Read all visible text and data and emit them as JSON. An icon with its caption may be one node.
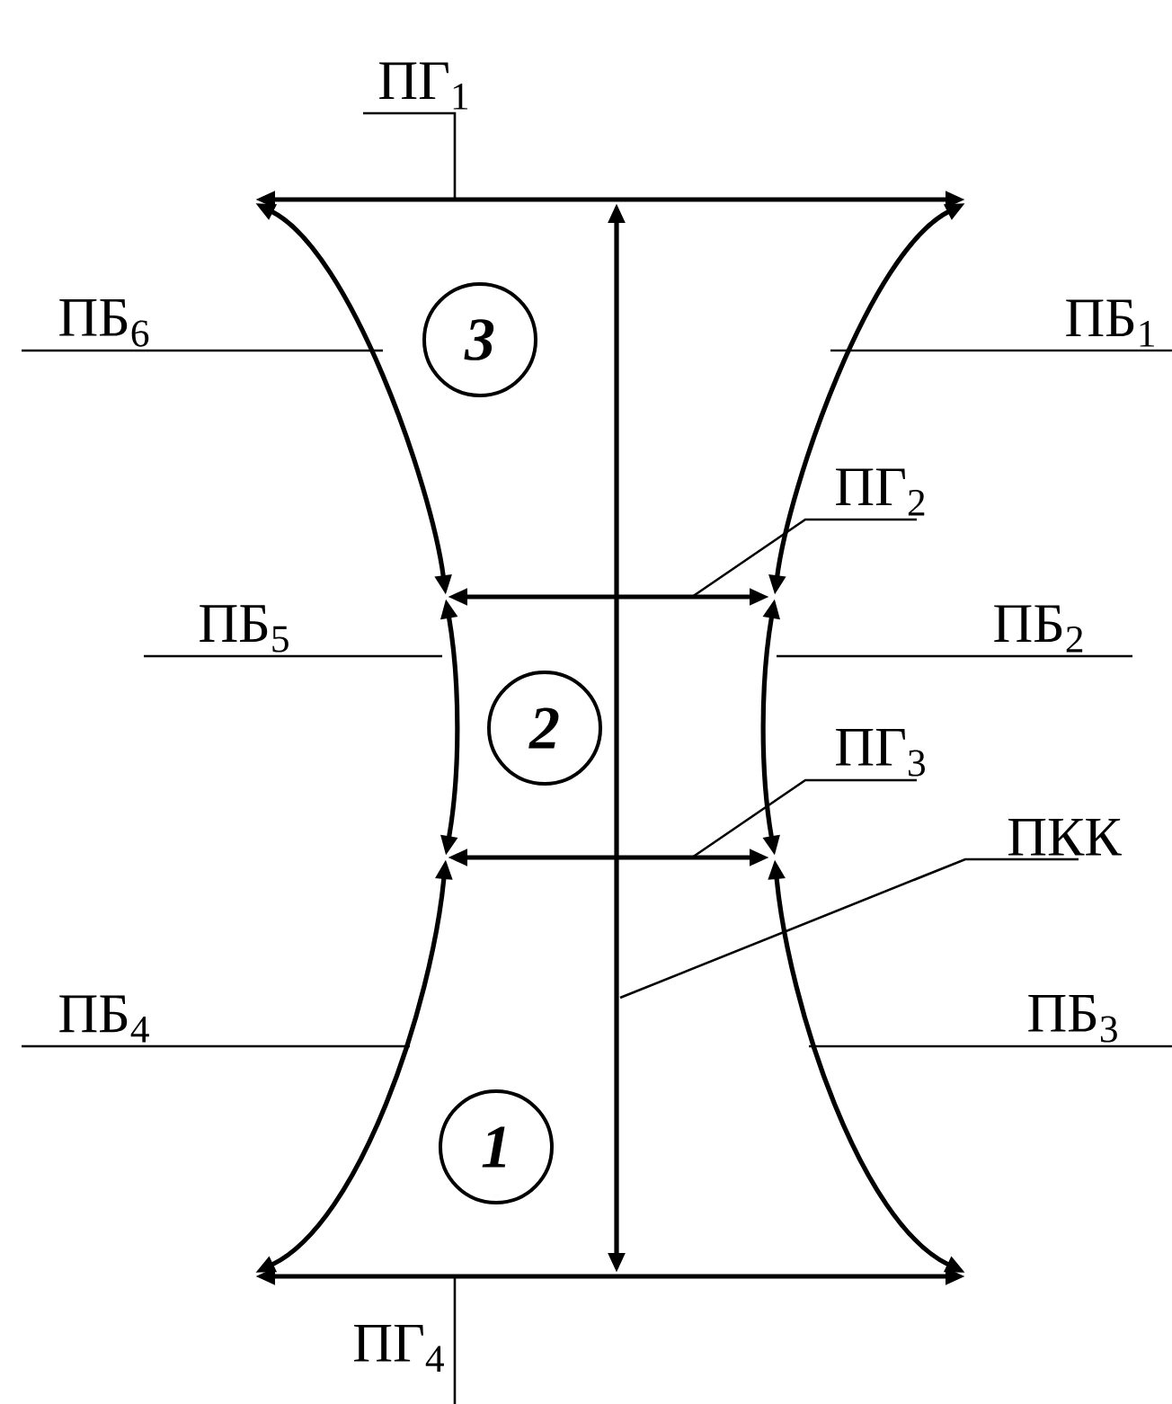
{
  "diagram": {
    "nodes": [
      {
        "text": [
          "ПГ$_{1}$"
        ]
      },
      {
        "text": [
          "ПБ$_{6}$"
        ]
      },
      {
        "text": [
          "ПБ$_{1}$"
        ]
      },
      {
        "text": [
          "3"
        ]
      },
      {
        "text": [
          "ПГ$_{2}$"
        ]
      },
      {
        "text": [
          "ПБ$_{5}$"
        ]
      },
      {
        "text": [
          "ПБ$_{2}$"
        ]
      },
      {
        "text": [
          "2"
        ]
      },
      {
        "text": [
          "ПГ$_{3}$"
        ]
      },
      {
        "text": [
          "ПКК"
        ]
      },
      {
        "text": [
          "ПБ$_{4}$"
        ]
      },
      {
        "text": [
          "ПБ$_{3}$"
        ]
      },
      {
        "text": [
          "1"
        ]
      },
      {
        "text": [
          "ПГ$_{4}$"
        ]
      }
    ],
    "edges": [
      {
        "from": 0,
        "to": null,
        "arrow": "none"
      },
      {
        "from": 1,
        "to": null,
        "arrow": "none"
      },
      {
        "from": 2,
        "to": null,
        "arrow": "none"
      },
      {
        "from": 4,
        "to": null,
        "arrow": "none"
      },
      {
        "from": 5,
        "to": null,
        "arrow": "none"
      },
      {
        "from": 6,
        "to": null,
        "arrow": "none"
      },
      {
        "from": 8,
        "to": null,
        "arrow": "none"
      },
      {
        "from": 9,
        "to": null,
        "arrow": "none"
      },
      {
        "from": 10,
        "to": null,
        "arrow": "none"
      },
      {
        "from": 11,
        "to": null,
        "arrow": "none"
      },
      {
        "from": 13,
        "to": null,
        "arrow": "none"
      }
    ]
  }
}
